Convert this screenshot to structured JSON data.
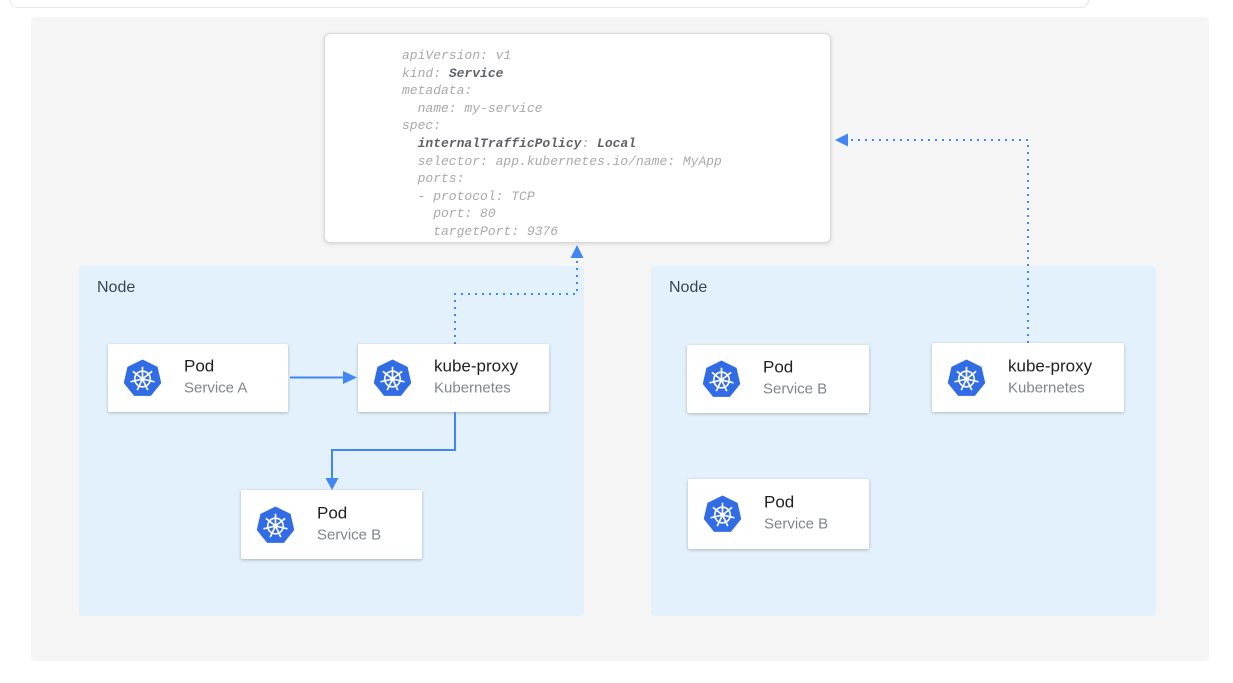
{
  "colors": {
    "accent": "#4285f4",
    "kubernetes_blue": "#326ce5",
    "node_fill": "#e3f1fc",
    "panel_fill": "#f5f5f5"
  },
  "icons": {
    "kubernetes": "☸"
  },
  "code_panel": {
    "lines": [
      [
        {
          "t": "apiVersion: v1"
        }
      ],
      [
        {
          "t": "kind: "
        },
        {
          "t": "Service",
          "b": true
        }
      ],
      [
        {
          "t": "metadata:"
        }
      ],
      [
        {
          "t": "  name: my-service"
        }
      ],
      [
        {
          "t": "spec:"
        }
      ],
      [
        {
          "t": "  "
        },
        {
          "t": "internalTrafficPolicy",
          "b": true
        },
        {
          "t": ": "
        },
        {
          "t": "Local",
          "b": true
        }
      ],
      [
        {
          "t": "  selector: app.kubernetes.io/name: MyApp"
        }
      ],
      [
        {
          "t": "  ports:"
        }
      ],
      [
        {
          "t": "  - protocol: TCP"
        }
      ],
      [
        {
          "t": "    port: 80"
        }
      ],
      [
        {
          "t": "    targetPort: 9376"
        }
      ]
    ]
  },
  "nodes": [
    {
      "label": "Node",
      "cards": [
        {
          "title": "Pod",
          "subtitle": "Service A"
        },
        {
          "title": "kube-proxy",
          "subtitle": "Kubernetes"
        },
        {
          "title": "Pod",
          "subtitle": "Service B"
        }
      ]
    },
    {
      "label": "Node",
      "cards": [
        {
          "title": "Pod",
          "subtitle": "Service B"
        },
        {
          "title": "kube-proxy",
          "subtitle": "Kubernetes"
        },
        {
          "title": "Pod",
          "subtitle": "Service B"
        }
      ]
    }
  ]
}
